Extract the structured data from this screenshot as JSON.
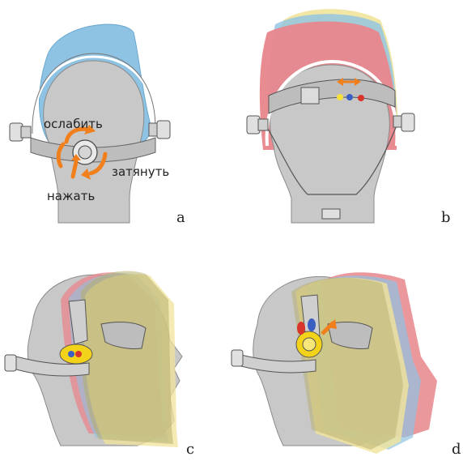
{
  "panels": {
    "a": {
      "letter": "a",
      "loosen": "ослабить",
      "tighten": "затянуть",
      "press": "нажать"
    },
    "b": {
      "letter": "b"
    },
    "c": {
      "letter": "c"
    },
    "d": {
      "letter": "d"
    }
  },
  "colors": {
    "head": "#c8c8c8",
    "head_outline": "#8a8a8a",
    "shield_blue": "#8fc3e3",
    "shield_red": "#e8868c",
    "shield_yellow": "#f1e39a",
    "shield_olive": "#b5ae6c",
    "arrow_orange": "#f07f1c",
    "dot_yellow": "#f6e23a",
    "dot_blue": "#3b5fc0",
    "dot_red": "#d9342a",
    "knob_yellow": "#f3d21a"
  }
}
